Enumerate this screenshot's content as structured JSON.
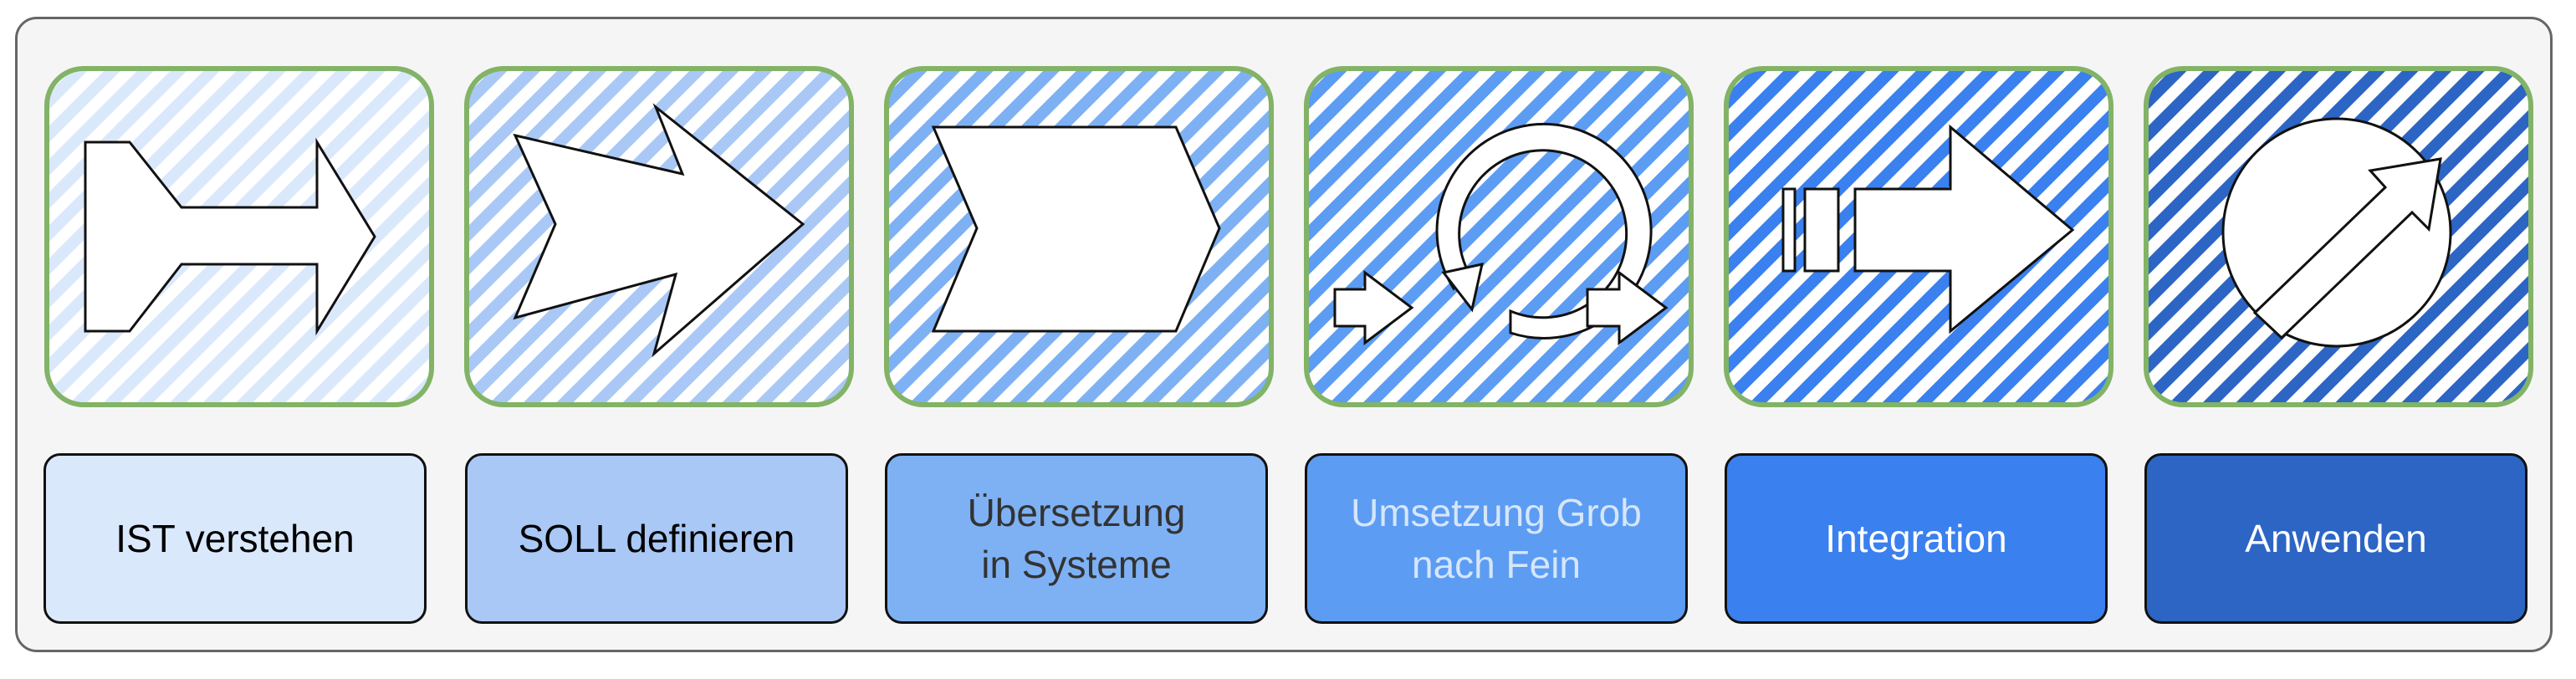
{
  "steps": [
    {
      "label": "IST verstehen",
      "fill": "#dae8fc",
      "text_color": "#000000",
      "icon": "t-arrow-icon"
    },
    {
      "label": "SOLL definieren",
      "fill": "#a9c8f6",
      "text_color": "#000000",
      "icon": "notched-arrow-icon"
    },
    {
      "label": "Übersetzung\nin Systeme",
      "fill": "#7eb1f4",
      "text_color": "#333333",
      "icon": "chevron-icon"
    },
    {
      "label": "Umsetzung Grob\nnach Fein",
      "fill": "#5c9cf3",
      "text_color": "#d6e6fb",
      "icon": "cycle-icon"
    },
    {
      "label": "Integration",
      "fill": "#3a80ee",
      "text_color": "#ffffff",
      "icon": "integration-arrow-icon"
    },
    {
      "label": "Anwenden",
      "fill": "#2c65c4",
      "text_color": "#ffffff",
      "icon": "arrow-circle-icon"
    }
  ],
  "colors": {
    "tile_border": "#82b366",
    "hatch": [
      "#dae8fc",
      "#a9c8f6",
      "#7eb1f4",
      "#5c9cf3",
      "#3a80ee",
      "#2c65c4"
    ],
    "frame_bg": "#f5f5f5",
    "frame_border": "#666666"
  }
}
